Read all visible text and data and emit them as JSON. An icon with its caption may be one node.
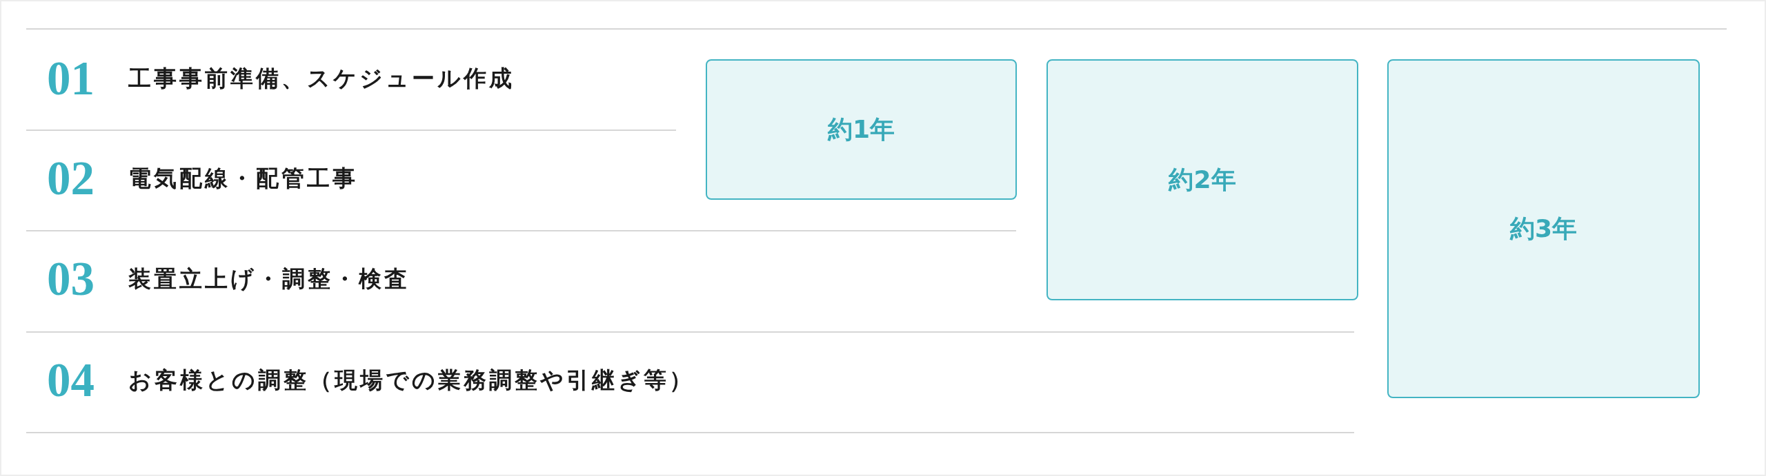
{
  "diagram": {
    "nodes": [
      {
        "text": [
          "約1年"
        ]
      },
      {
        "text": [
          "約2年"
        ]
      },
      {
        "text": [
          "約3年"
        ]
      }
    ],
    "labels": [
      "01",
      "工事事前準備、スケジュール作成",
      "02",
      "電気配線・配管工事",
      "03",
      "装置立上げ・調整・検査",
      "04",
      "お客様との調整（現場での業務調整や引継ぎ等）"
    ]
  }
}
